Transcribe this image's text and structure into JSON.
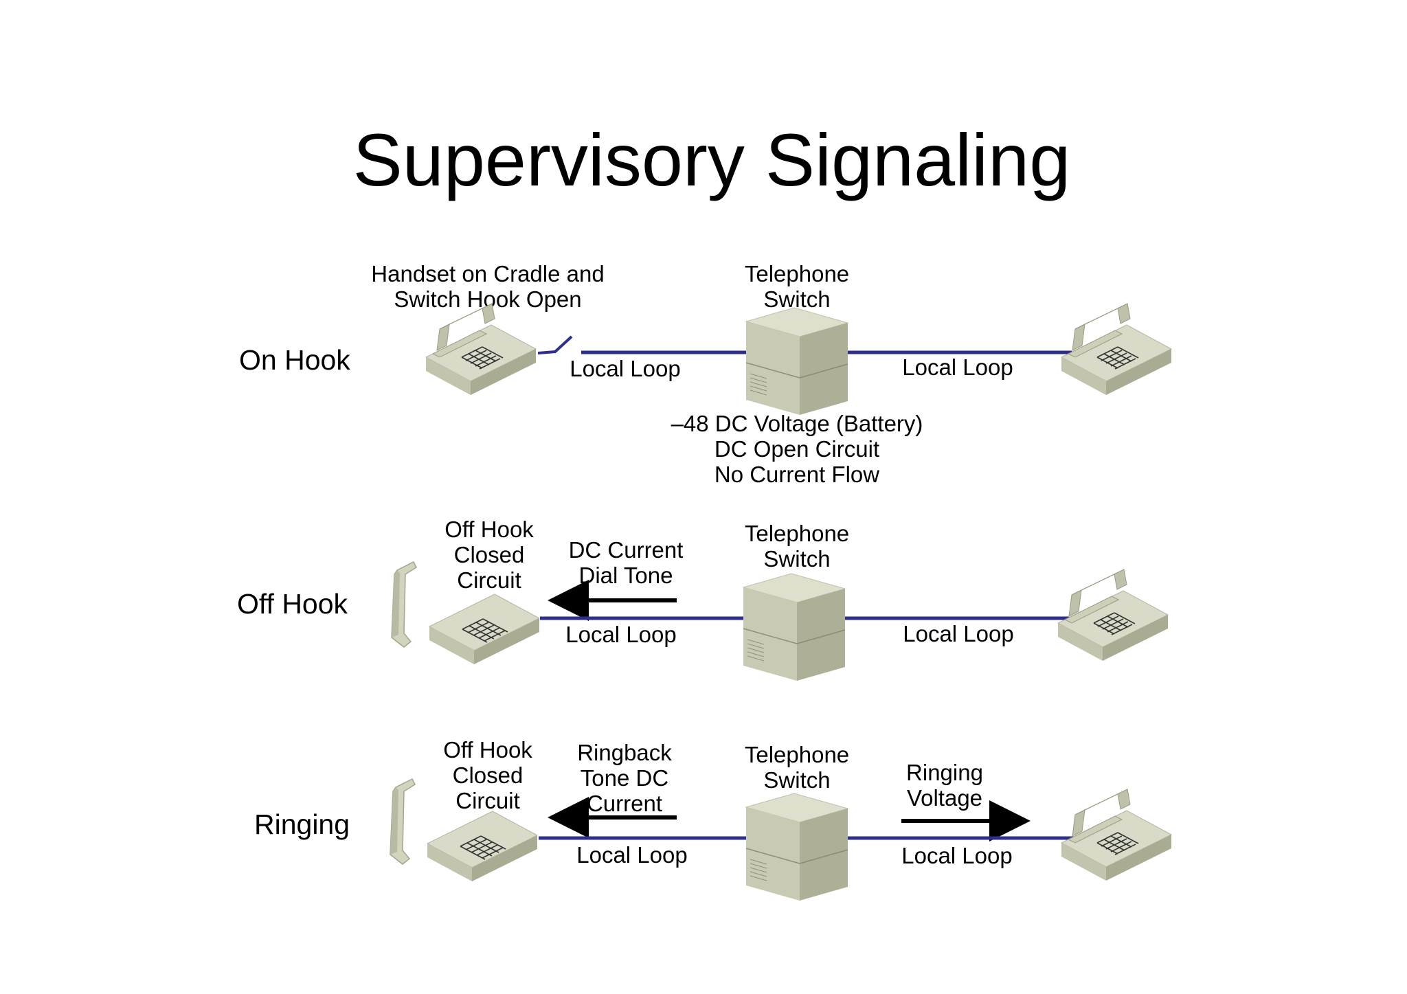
{
  "title": "Supervisory Signaling",
  "colors": {
    "loop_line": "#2e2e8f",
    "device_top": "#d9dac8",
    "device_left": "#c2c4ad",
    "device_right": "#a9ab93",
    "key_grid": "#333333"
  },
  "rows": [
    {
      "name": "On Hook",
      "phone_note": [
        "Handset on Cradle and",
        "Switch Hook Open"
      ],
      "switch_label": [
        "Telephone",
        "Switch"
      ],
      "left_loop": "Local Loop",
      "right_loop": "Local Loop",
      "switch_note": [
        "–48 DC Voltage (Battery)",
        "DC Open Circuit",
        "No Current Flow"
      ]
    },
    {
      "name": "Off Hook",
      "phone_note": [
        "Off Hook",
        "Closed",
        "Circuit"
      ],
      "left_signal": [
        "DC Current",
        "Dial Tone"
      ],
      "switch_label": [
        "Telephone",
        "Switch"
      ],
      "left_loop": "Local Loop",
      "right_loop": "Local Loop"
    },
    {
      "name": "Ringing",
      "phone_note": [
        "Off Hook",
        "Closed",
        "Circuit"
      ],
      "left_signal": [
        "Ringback",
        "Tone DC",
        "Current"
      ],
      "switch_label": [
        "Telephone",
        "Switch"
      ],
      "right_signal": [
        "Ringing",
        "Voltage"
      ],
      "left_loop": "Local Loop",
      "right_loop": "Local Loop"
    }
  ]
}
